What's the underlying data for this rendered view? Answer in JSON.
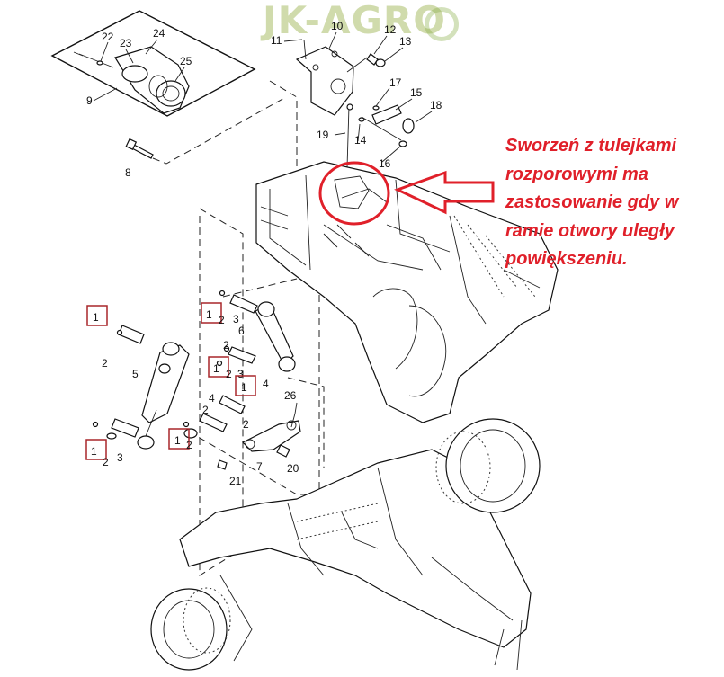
{
  "logo": {
    "text": "JK-AGRO",
    "color": "#9aaf46"
  },
  "annotation": {
    "text": "Sworzeń z tulejkami rozporowymi ma zastosowanie gdy w ramie otwory uległy powiększeniu.",
    "color": "#e0202a"
  },
  "highlight": {
    "color": "#e0202a"
  },
  "callouts": {
    "n1a": "1",
    "n1b": "1",
    "n1c": "1",
    "n1d": "1",
    "n1e": "1",
    "n1f": "1",
    "n2a": "2",
    "n2b": "2",
    "n2c": "2",
    "n2d": "2",
    "n2e": "2",
    "n2f": "2",
    "n2g": "2",
    "n2h": "2",
    "n2i": "2",
    "n2j": "2",
    "n3a": "3",
    "n3b": "3",
    "n3c": "3",
    "n3d": "3",
    "n4a": "4",
    "n4b": "4",
    "n5": "5",
    "n6": "6",
    "n7": "7",
    "n8": "8",
    "n9": "9",
    "n10": "10",
    "n11": "11",
    "n12": "12",
    "n13": "13",
    "n14": "14",
    "n15": "15",
    "n16": "16",
    "n17": "17",
    "n18": "18",
    "n19": "19",
    "n20": "20",
    "n21": "21",
    "n22": "22",
    "n23": "23",
    "n24": "24",
    "n25": "25",
    "n26": "26"
  }
}
